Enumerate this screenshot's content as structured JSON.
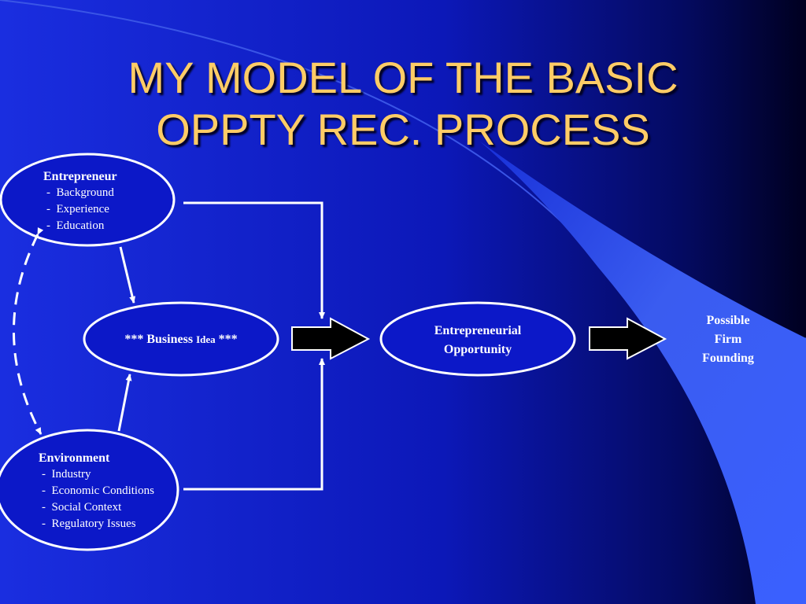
{
  "slide": {
    "title_line1": "MY MODEL OF THE BASIC",
    "title_line2": "OPPTY REC. PROCESS"
  },
  "colors": {
    "background_dark": "#000033",
    "background_blue": "#1020d0",
    "swoosh": "#3a5cf0",
    "title": "#ffcc66",
    "lines": "#ffffff"
  },
  "diagram": {
    "entrepreneur": {
      "label": "Entrepreneur",
      "items": [
        "Background",
        "Experience",
        "Education"
      ]
    },
    "environment": {
      "label": "Environment",
      "items": [
        "Industry",
        "Economic Conditions",
        "Social Context",
        "Regulatory Issues"
      ]
    },
    "business_idea": {
      "prefix": "*** Business",
      "small": "Idea",
      "suffix": "***"
    },
    "opportunity": {
      "line1": "Entrepreneurial",
      "line2": "Opportunity"
    },
    "outcome": {
      "line1": "Possible",
      "line2": "Firm",
      "line3": "Founding"
    },
    "item_bullet": "-"
  }
}
